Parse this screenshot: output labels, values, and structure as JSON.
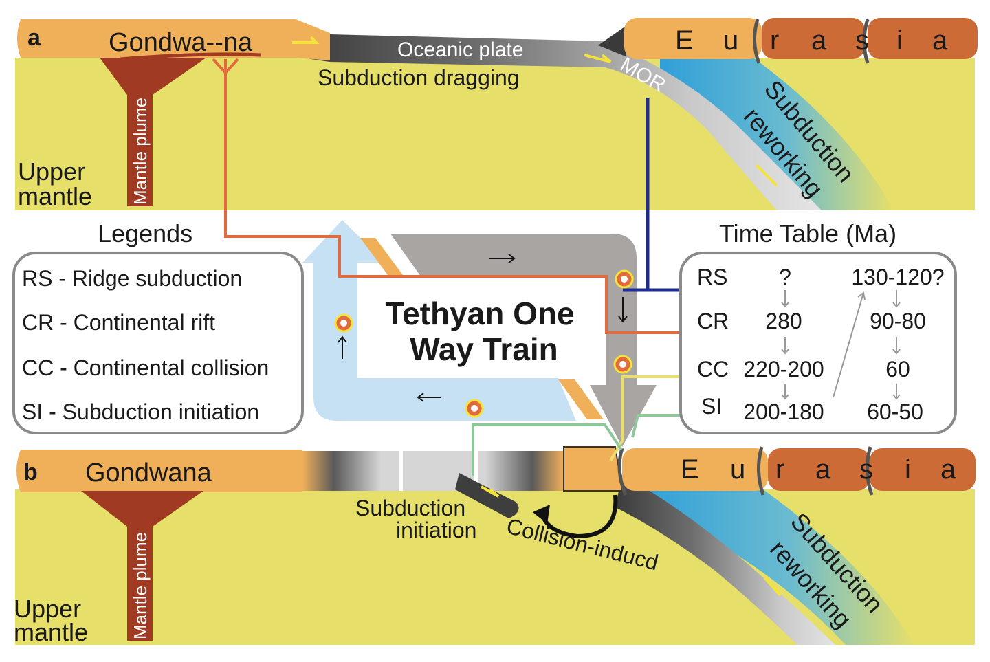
{
  "panel_a": {
    "letter": "a",
    "continent_left": "Gondwa--na",
    "oceanic_plate": "Oceanic plate",
    "subduction_dragging": "Subduction dragging",
    "mor": "MOR",
    "subduction_reworking_1": "Subduction",
    "subduction_reworking_2": "reworking",
    "mantle_plume": "Mantle plume",
    "upper_1": "Upper",
    "upper_2": "mantle",
    "eurasia_letters": [
      "E",
      "u",
      "r",
      "a",
      "s",
      "i",
      "a"
    ]
  },
  "panel_b": {
    "letter": "b",
    "continent_left": "Gondwana",
    "subduction_initiation_1": "Subduction",
    "subduction_initiation_2": "initiation",
    "collision_induced": "Collision-inducd",
    "subduction_reworking_1": "Subduction",
    "subduction_reworking_2": "reworking",
    "mantle_plume": "Mantle plume",
    "upper_1": "Upper",
    "upper_2": "mantle",
    "eurasia_letters": [
      "E",
      "u",
      "r",
      "a",
      "s",
      "i",
      "a"
    ]
  },
  "legend": {
    "title": "Legends",
    "items": [
      "RS - Ridge subduction",
      "CR - Continental rift",
      "CC - Continental collision",
      "SI - Subduction initiation"
    ]
  },
  "train": {
    "title_1": "Tethyan One",
    "title_2": "Way Train"
  },
  "timetable": {
    "title": "Time Table (Ma)",
    "codes": [
      "RS",
      "CR",
      "CC",
      "SI"
    ],
    "col1": [
      "?",
      "280",
      "220-200",
      "200-180"
    ],
    "col2": [
      "130-120?",
      "90-80",
      "60",
      "60-50"
    ]
  },
  "colors": {
    "continent": "#f0b05a",
    "eurasia_dark": "#cc6b35",
    "mantle": "#e6df6a",
    "plume": "#a03a22",
    "line_orange": "#e26a3c",
    "line_blue": "#1f2d8c",
    "line_yellow": "#e8e06a",
    "line_green": "#8fc79a",
    "track_gray": "#a9a5a3",
    "track_blue": "#c6e1f3",
    "slab_blue": "#3aa6da",
    "oceanic_dark": "#4a4a4a",
    "box_border": "#8a8a8a"
  }
}
